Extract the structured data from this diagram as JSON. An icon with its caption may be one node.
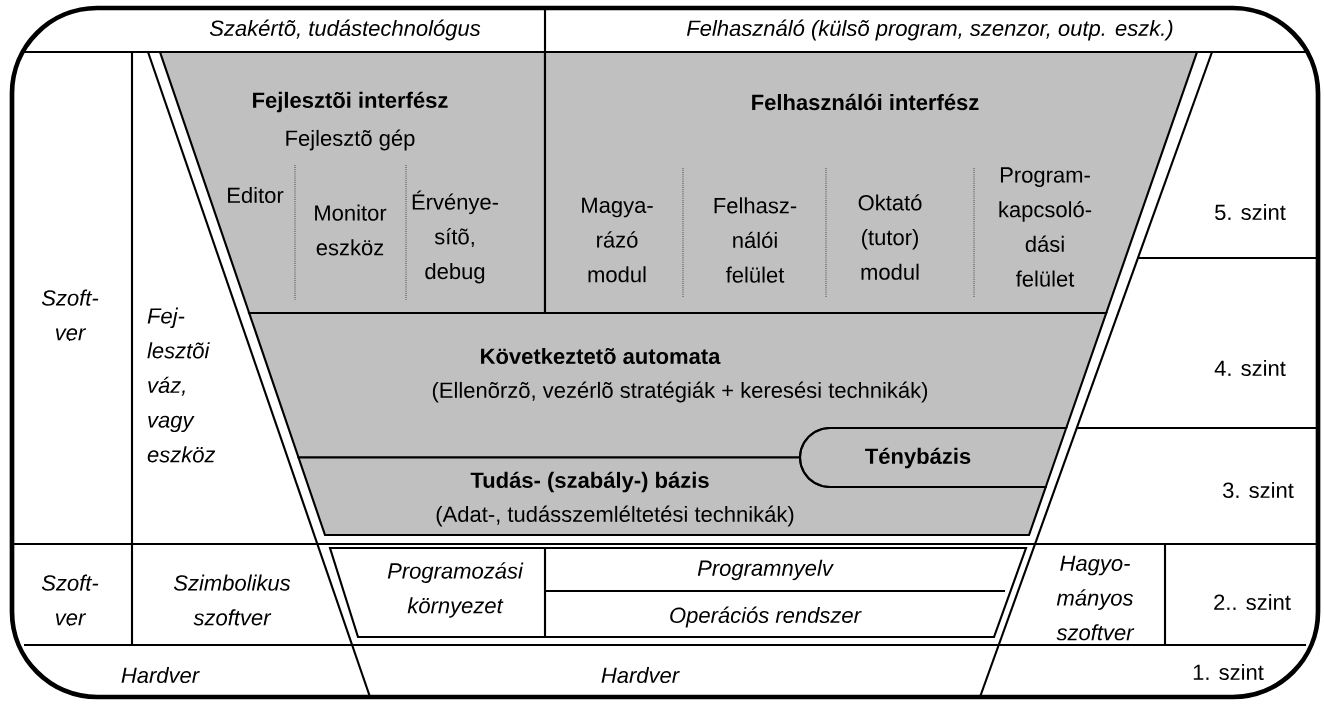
{
  "diagram": {
    "nodes": [
      {
        "text": [
          "Fejlesztõi interfész",
          "Fejlesztõ gép"
        ]
      },
      {
        "text": [
          "Editor"
        ],
        "in": 0
      },
      {
        "text": [
          "Monitor eszköz"
        ],
        "in": 0
      },
      {
        "text": [
          "Érvénye-sítõ, debug"
        ],
        "in": 0
      },
      {
        "text": [
          "Felhasználói interfész"
        ]
      },
      {
        "text": [
          "Magya-rázó modul"
        ],
        "in": 4
      },
      {
        "text": [
          "Felhasz-nálói felület"
        ],
        "in": 4
      },
      {
        "text": [
          "Oktató (tutor) modul"
        ],
        "in": 4
      },
      {
        "text": [
          "Program-kapcsoló-dási felület"
        ],
        "in": 4
      },
      {
        "text": [
          "Következtetõ automata",
          "(Ellenõrzõ, vezérlõ stratégiák + keresési technikák)"
        ]
      },
      {
        "text": [
          "Tudás- (szabály-) bázis",
          "(Adat-, tudásszemléltetési technikák)"
        ]
      },
      {
        "text": [
          "Ténybázis"
        ]
      }
    ],
    "labels": [
      "Szakértõ, tudástechnológus",
      "Felhasználó (külsõ program, szenzor, outp. eszk.)",
      "5. szint",
      "Szoft-ver",
      "Fej-lesztõi váz, vagy eszköz",
      "4. szint",
      "3. szint",
      "Szoft-ver",
      "Szimbolikus szoftver",
      "Programozási környezet",
      "Programnyelv",
      "Operációs rendszer",
      "Hagyo-mányos szoftver",
      "2.. szint",
      "Hardver",
      "Hardver",
      "1. szint"
    ]
  }
}
